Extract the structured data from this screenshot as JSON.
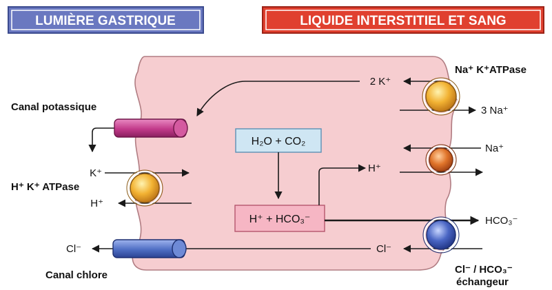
{
  "headers": {
    "lumen": "LUMIÈRE GASTRIQUE",
    "interstitial": "LIQUIDE INTERSTITIEL ET SANG"
  },
  "labels": {
    "canal_potassique": "Canal potassique",
    "hk_atpase": "H⁺ K⁺ ATPase",
    "canal_chlore": "Canal chlore",
    "nak_atpase": "Na⁺ K⁺ATPase",
    "cl_hco3_exchanger_line1": "Cl⁻ / HCO₃⁻",
    "cl_hco3_exchanger_line2": "échangeur"
  },
  "ions": {
    "two_k": "2 K⁺",
    "three_na": "3 Na⁺",
    "na_in": "Na⁺",
    "h_right": "H⁺",
    "hco3_right": "HCO₃⁻",
    "cl_right": "Cl⁻",
    "k_left": "K⁺",
    "h_left": "H⁺",
    "cl_left": "Cl⁻"
  },
  "boxes": {
    "reactants": "H₂O + CO₂",
    "products": "H⁺ + HCO₃⁻"
  },
  "colors": {
    "lumen_header": "#6a78c0",
    "interstitial_header": "#e0402f",
    "cell": "#f6cdd0",
    "cell_border": "#b07c82",
    "reactant_box": "#cfe6f3",
    "product_box": "#f6b6c4",
    "potassium_channel": "#c23a8a",
    "chloride_channel": "#4f6ec4",
    "pump_yellow": "#f2b233",
    "pump_orange": "#e0742a",
    "exchanger_blue": "#4a66c4"
  }
}
